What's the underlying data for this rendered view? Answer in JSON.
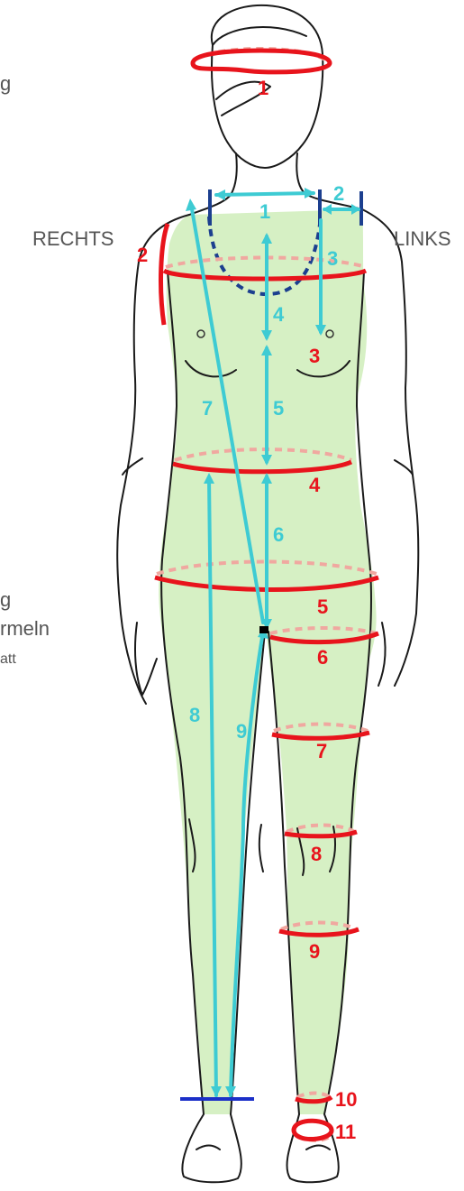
{
  "labels": {
    "right": "RECHTS",
    "left": "LINKS"
  },
  "edge_text": [
    "g",
    "g",
    "rmeln",
    "att"
  ],
  "colors": {
    "fill": "#d6f0c4",
    "outline": "#1a1a1a",
    "circumference": "#e8141c",
    "circumference_back": "#f0a8a0",
    "length": "#3ecbd3",
    "neckline": "#1c3f8f",
    "floor_line": "#1b2fc8"
  },
  "circumference_numbers": [
    "1",
    "2",
    "3",
    "4",
    "5",
    "6",
    "7",
    "8",
    "9",
    "10",
    "11"
  ],
  "length_numbers": [
    "1",
    "2",
    "3",
    "4",
    "5",
    "6",
    "7",
    "8",
    "9"
  ]
}
